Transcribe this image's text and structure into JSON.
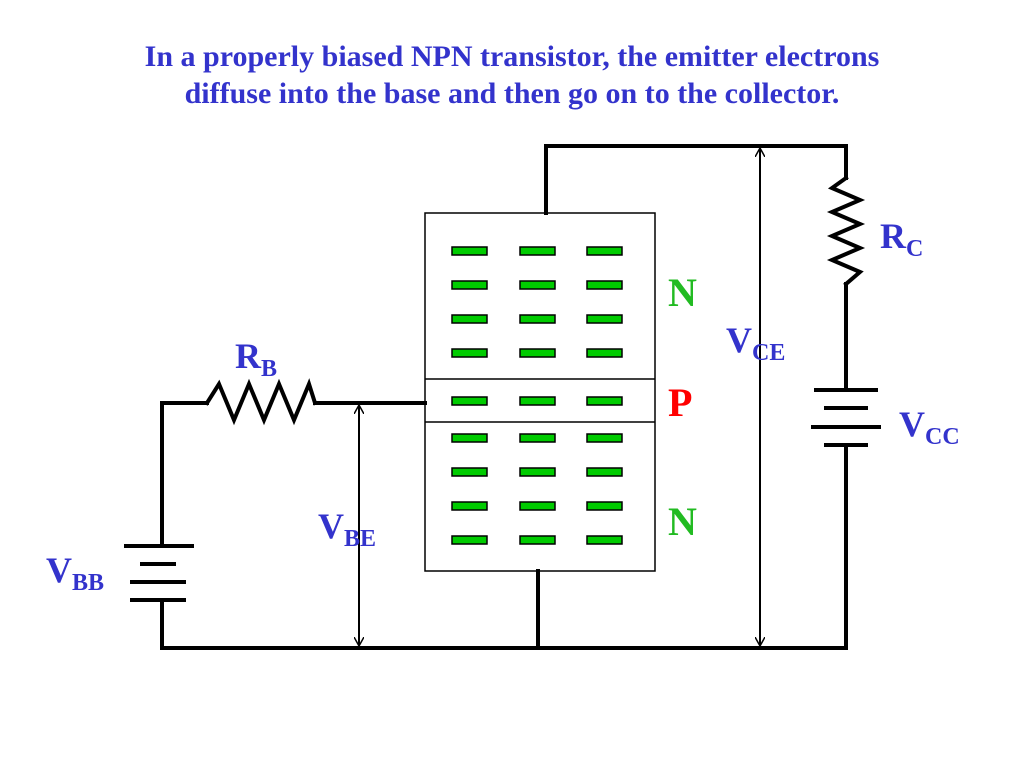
{
  "title": {
    "line1": "In a properly biased NPN transistor, the emitter electrons",
    "line2": "diffuse into the base and then go on to the collector."
  },
  "labels": {
    "rb": {
      "main": "R",
      "sub": "B"
    },
    "rc": {
      "main": "R",
      "sub": "C"
    },
    "vce": {
      "main": "V",
      "sub": "CE"
    },
    "vcc": {
      "main": "V",
      "sub": "CC"
    },
    "vbe": {
      "main": "V",
      "sub": "BE"
    },
    "vbb": {
      "main": "V",
      "sub": "BB"
    }
  },
  "regions": {
    "collector": "N",
    "base": "P",
    "emitter": "N"
  },
  "colors": {
    "title": "#3333cc",
    "component_label": "#3333cc",
    "n_region": "#22bb22",
    "p_region": "#ff0000",
    "electron": "#00cc00"
  },
  "electron_grid": {
    "collector_rows": 4,
    "base_rows": 1,
    "emitter_rows": 4,
    "columns": 3
  }
}
